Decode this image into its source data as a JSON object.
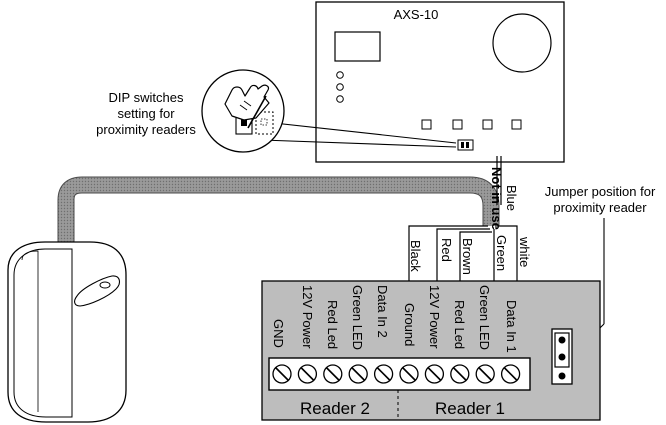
{
  "board": {
    "title": "AXS-10"
  },
  "callouts": {
    "dip_switch_lines": [
      "DIP switches",
      "setting for",
      "proximity readers"
    ],
    "jumper_lines": [
      "Jumper position for",
      "proximity reader"
    ]
  },
  "cable_wires": {
    "blue": "Blue",
    "not_in_use": "Not in use",
    "black": "Black",
    "red": "Red",
    "brown": "Brown",
    "green": "Green",
    "white": "white"
  },
  "terminal_block": {
    "terminals": [
      "GND",
      "12V Power",
      "Red Led",
      "Green LED",
      "Data In 2",
      "Ground",
      "12V Power",
      "Red Led",
      "Green LED",
      "Data In 1"
    ],
    "reader_2_label": "Reader 2",
    "reader_1_label": "Reader 1"
  }
}
